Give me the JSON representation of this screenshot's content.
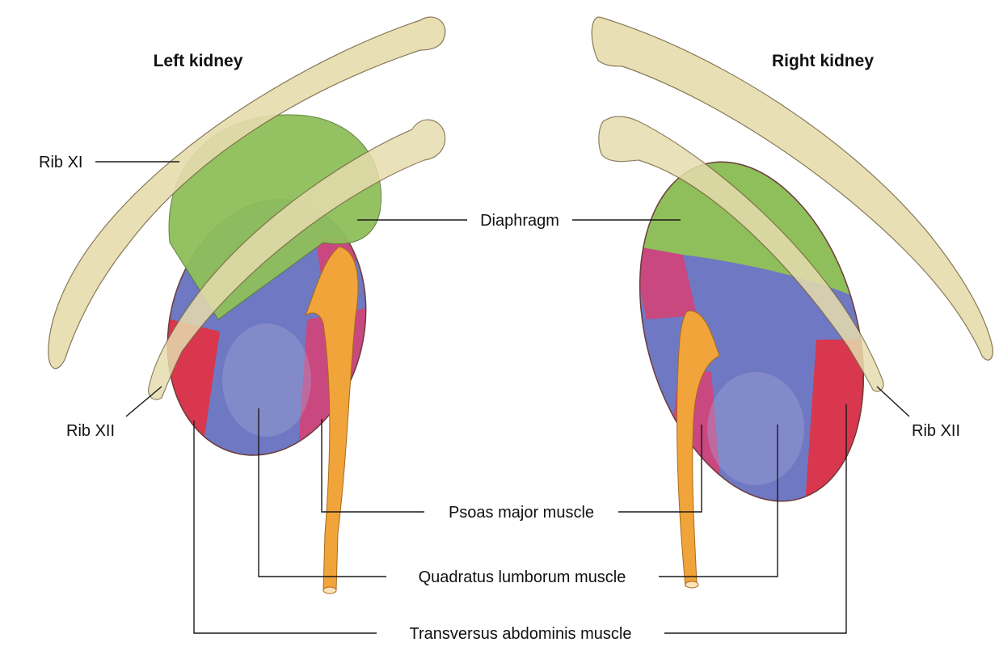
{
  "titles": {
    "left": "Left kidney",
    "right": "Right kidney"
  },
  "labels": {
    "rib_xi": "Rib XI",
    "rib_xii_left": "Rib XII",
    "rib_xii_right": "Rib XII",
    "diaphragm": "Diaphragm",
    "psoas": "Psoas major muscle",
    "quadratus": "Quadratus lumborum muscle",
    "transversus": "Transversus abdominis muscle"
  },
  "colors": {
    "diaphragm": "#8fbf5a",
    "psoas": "#c9487f",
    "quadratus": "#6f78c2",
    "transversus": "#d8374e",
    "rib": "#e6dcae",
    "rib_outline": "#7a6a45",
    "ureter": "#f0a43a",
    "kidney_outline": "#6b3b3b"
  }
}
